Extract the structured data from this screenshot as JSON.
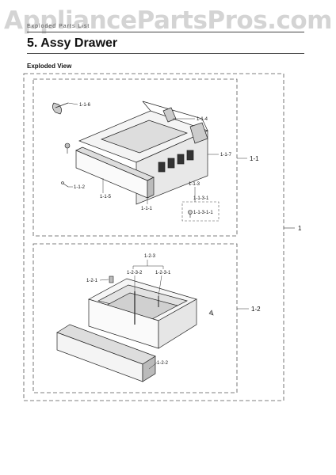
{
  "watermark": "AppliancePartsPros.com",
  "header_small": "Exploded Parts List",
  "section_title": "5.  Assy Drawer",
  "subhead": "Exploded View",
  "callouts": {
    "c1": "1",
    "c11": "1-1",
    "c12": "1-2",
    "c113": "1-1-3",
    "c1131": "1-1-3-1",
    "c11311": "1-1-3-1-1",
    "c114": "1-1-4",
    "c115": "1-1-5",
    "c116": "1-1-6",
    "c117": "1-1-7",
    "c111": "1-1-1",
    "c112": "1-1-2",
    "c123": "1-2-3",
    "c1232": "1-2-3-2",
    "c1231": "1-2-3-1",
    "c121": "1-2-1",
    "c122": "1-2-2"
  }
}
